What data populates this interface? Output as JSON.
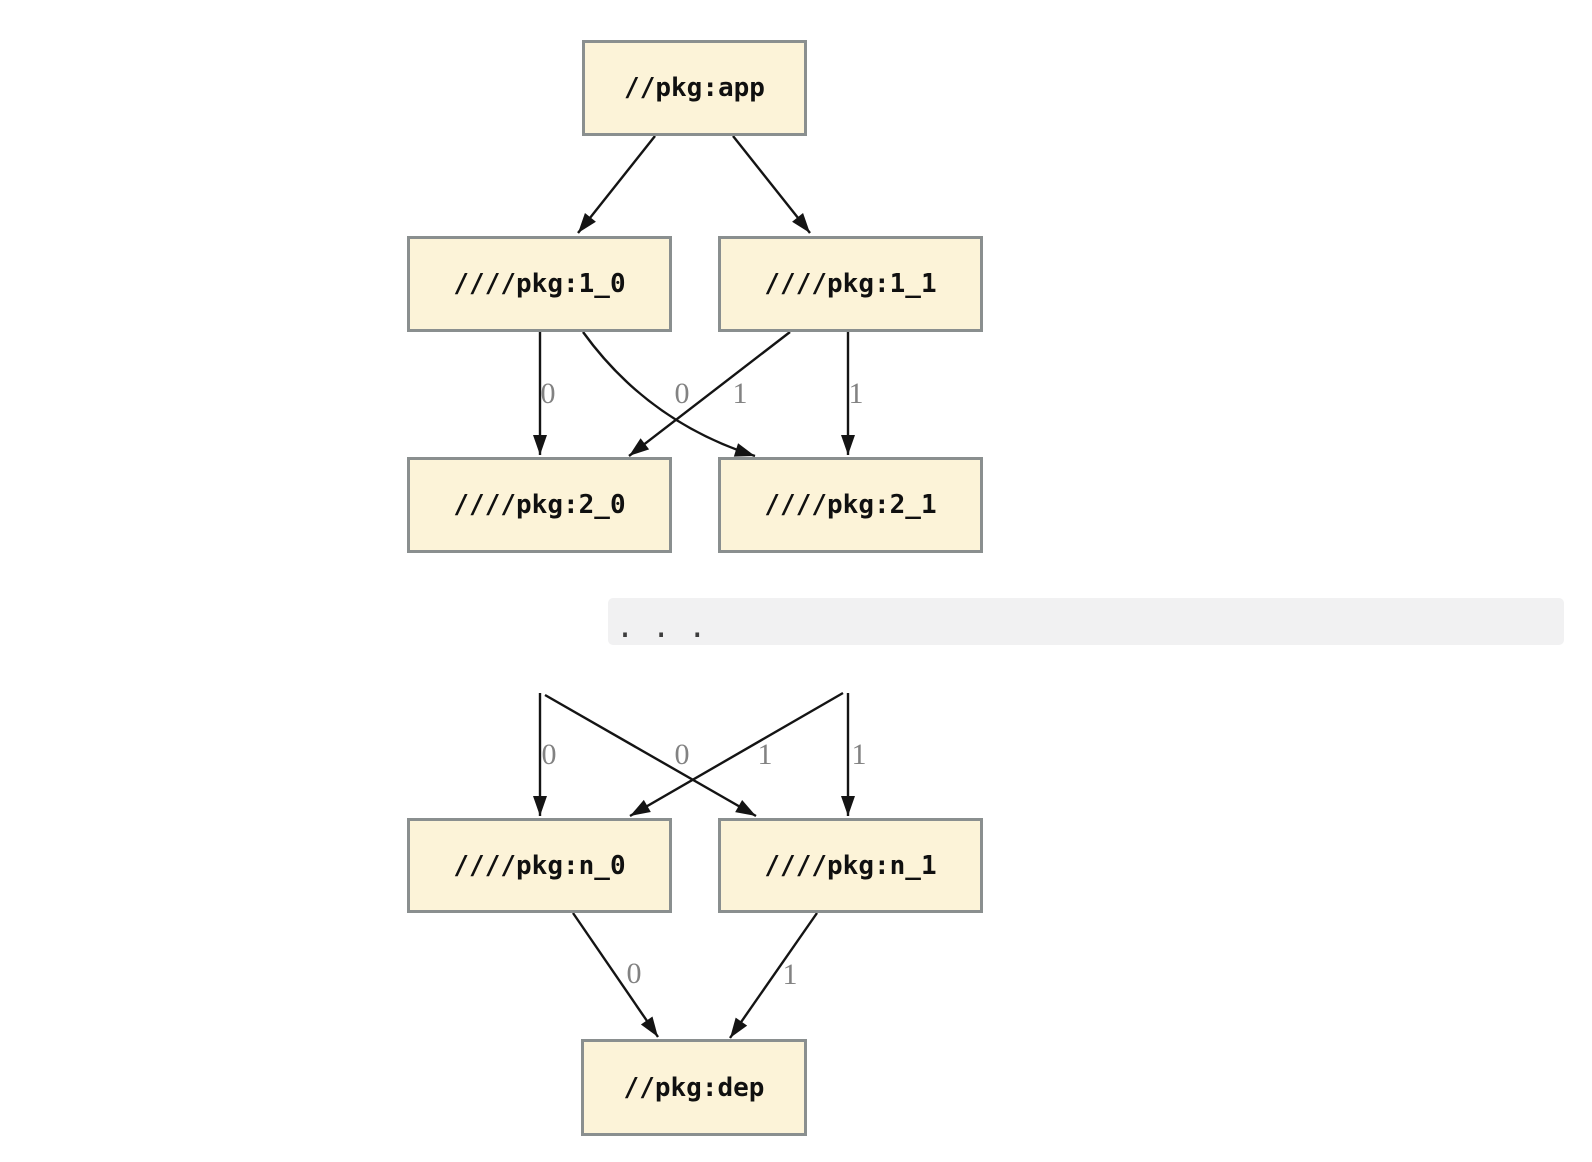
{
  "diagram": {
    "nodes": {
      "app": "//pkg:app",
      "v1_0": "////pkg:1_0",
      "v1_1": "////pkg:1_1",
      "v2_0": "////pkg:2_0",
      "v2_1": "////pkg:2_1",
      "n_0": "////pkg:n_0",
      "n_1": "////pkg:n_1",
      "dep": "//pkg:dep"
    },
    "ellipsis": ". . .",
    "edge_labels": {
      "v1_0_to_v2_0": "0",
      "v1_0_to_v2_1": "0",
      "v1_1_to_v2_0": "1",
      "v1_1_to_v2_1": "1",
      "prev0_to_n_0": "0",
      "prev0_to_n_1": "0",
      "prev1_to_n_0": "1",
      "prev1_to_n_1": "1",
      "n_0_to_dep": "0",
      "n_1_to_dep": "1"
    },
    "colors": {
      "node_fill": "#fcf3d8",
      "node_border": "#8a8f8f",
      "edge": "#141414",
      "edge_label": "#828282",
      "band": "#f1f1f2",
      "background": "#ffffff"
    }
  }
}
